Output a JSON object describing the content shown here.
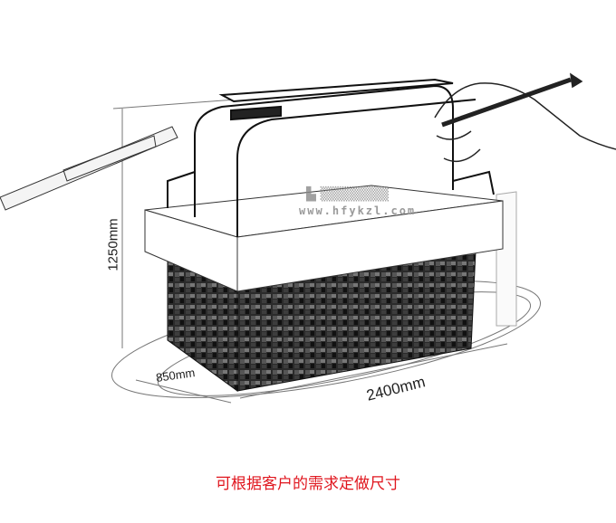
{
  "dimensions": {
    "height": "1250mm",
    "depth": "850mm",
    "width": "2400mm"
  },
  "watermark": {
    "url": "www.hfykzl.com"
  },
  "caption": "可根据客户的需求定做尺寸",
  "colors": {
    "caption": "#e0161e",
    "mosaic": "#2a2a2a",
    "sketch_line": "#222222"
  }
}
